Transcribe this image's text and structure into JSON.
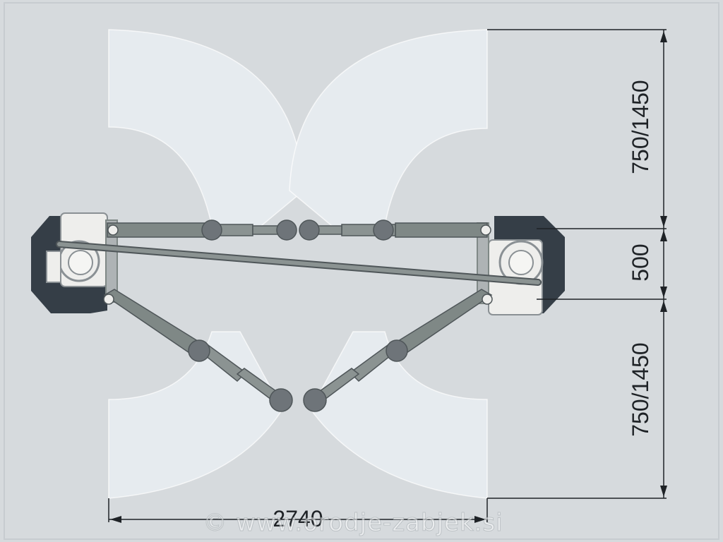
{
  "dimensions": {
    "top_arm_reach": "750/1450",
    "post_spacing": "500",
    "bottom_arm_reach": "750/1450",
    "total_width": "2740"
  },
  "watermark": {
    "text": "© www.orodje-zabjek.si"
  },
  "colors": {
    "background": "#d6dadd",
    "sweep_area": "#e6ebef",
    "post_base": "#353e47",
    "arm": "#7f8886",
    "joint": "#6e7479",
    "carriage": "#eeeeec",
    "dimension_line": "#1e2226"
  }
}
